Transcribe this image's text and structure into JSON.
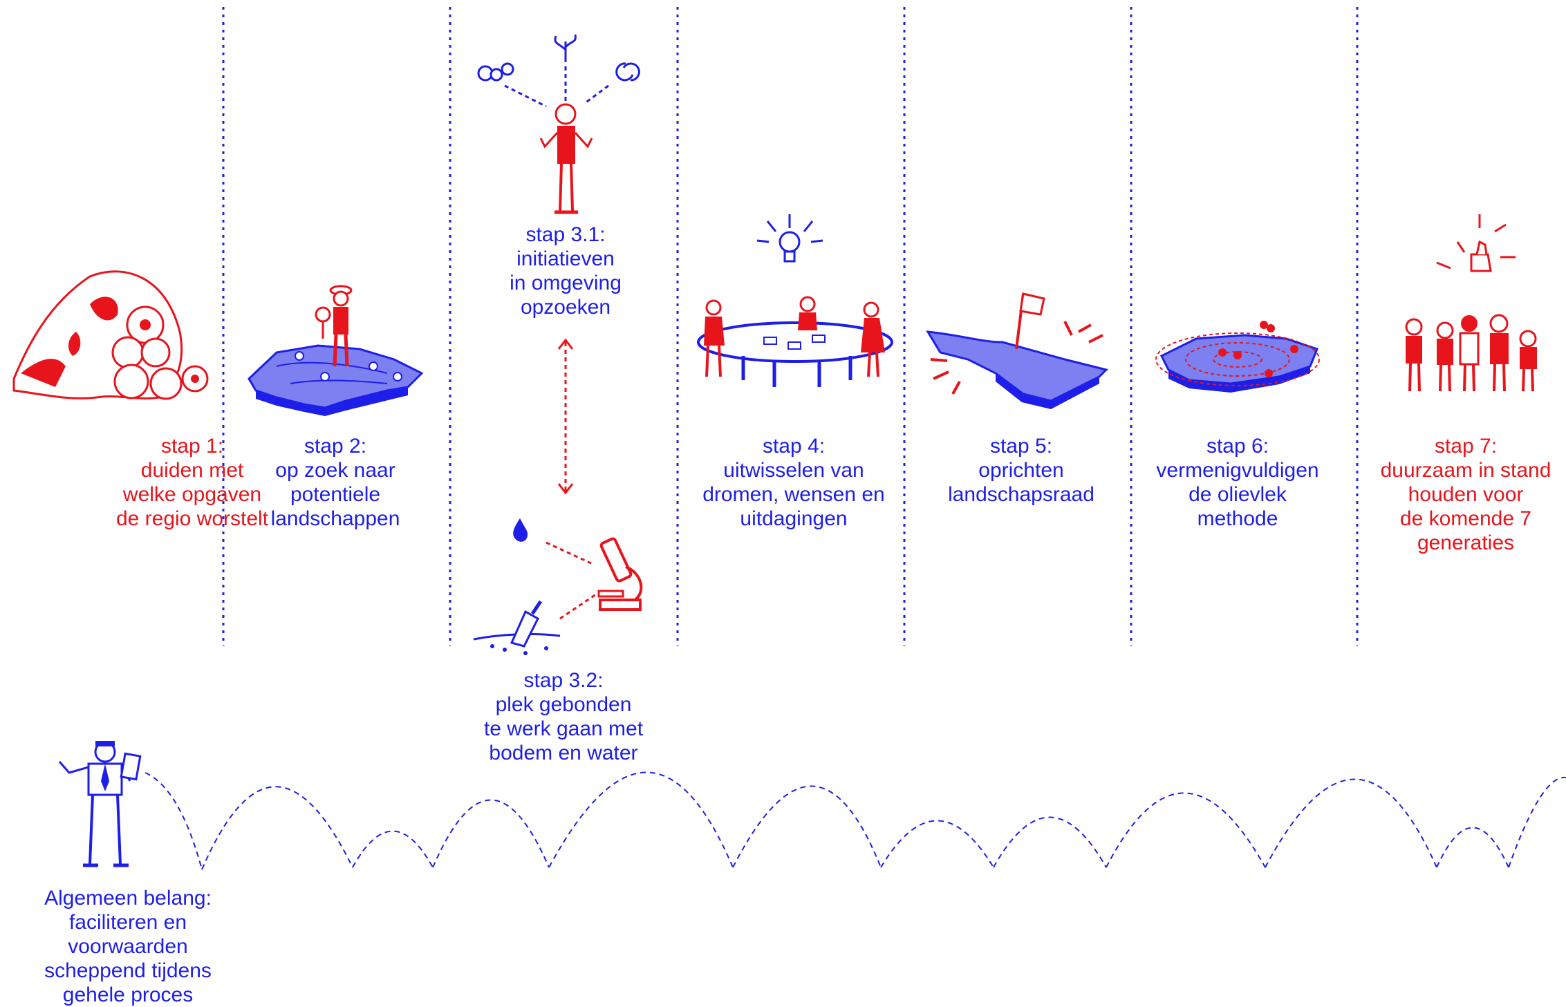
{
  "colors": {
    "red": "#e8141b",
    "blue": "#1d1ee8",
    "background": "#ffffff"
  },
  "steps": [
    {
      "id": "stap1",
      "color": "red",
      "icon": "bag-of-challenges-icon",
      "lines": [
        "stap 1:",
        "duiden met",
        "welke opgaven",
        "de regio worstelt"
      ]
    },
    {
      "id": "stap2",
      "color": "blue",
      "icon": "farmer-on-landscape-map-icon",
      "lines": [
        "stap 2:",
        "op zoek naar",
        "potentiele",
        "landschappen"
      ]
    },
    {
      "id": "stap3_1",
      "color": "blue",
      "icon": "person-with-initiatives-icon",
      "lines": [
        "stap 3.1:",
        "initiatieven",
        "in omgeving",
        "opzoeken"
      ]
    },
    {
      "id": "stap3_2",
      "color": "blue",
      "icon": "soil-water-microscope-icon",
      "lines": [
        "stap 3.2:",
        "plek gebonden",
        "te werk gaan met",
        "bodem en water"
      ]
    },
    {
      "id": "stap4",
      "color": "blue",
      "icon": "people-around-table-icon",
      "lines": [
        "stap 4:",
        "uitwisselen van",
        "dromen, wensen en",
        "uitdagingen"
      ]
    },
    {
      "id": "stap5",
      "color": "blue",
      "icon": "flag-on-land-icon",
      "lines": [
        "stap 5:",
        "oprichten",
        "landschapsraad"
      ]
    },
    {
      "id": "stap6",
      "color": "blue",
      "icon": "oil-stain-map-icon",
      "lines": [
        "stap 6:",
        "vermenigvuldigen",
        "de olievlek",
        "methode"
      ]
    },
    {
      "id": "stap7",
      "color": "red",
      "icon": "family-thumbs-up-icon",
      "lines": [
        "stap 7:",
        "duurzaam in stand",
        "houden voor",
        "de komende 7",
        "generaties"
      ]
    }
  ],
  "general": {
    "color": "blue",
    "icon": "facilitator-person-icon",
    "lines": [
      "Algemeen belang:",
      "faciliteren en",
      "voorwaarden",
      "scheppend tijdens",
      "gehele proces"
    ]
  }
}
